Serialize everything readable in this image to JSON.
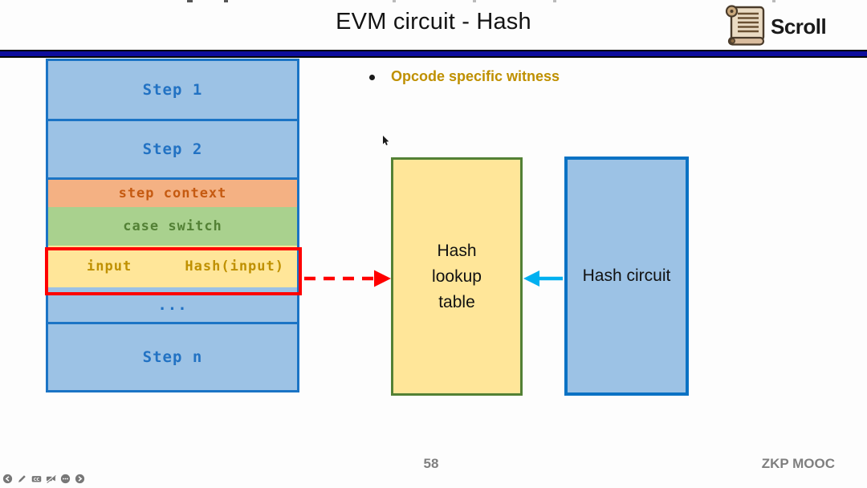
{
  "slide": {
    "title": "EVM circuit - Hash",
    "bullet_text": "Opcode specific witness",
    "page_number": "58",
    "course_label": "ZKP MOOC"
  },
  "logo": {
    "text": "Scroll"
  },
  "stack": {
    "step1": "Step 1",
    "step2": "Step 2",
    "step_context": "step context",
    "case_switch": "case switch",
    "input_left": "input",
    "input_right": "Hash(input)",
    "ellipsis": "...",
    "step_n": "Step n"
  },
  "diagram": {
    "lookup_table_lines": [
      "Hash",
      "lookup",
      "table"
    ],
    "hash_circuit_label": "Hash circuit"
  },
  "colors": {
    "step_fill": "#9CC2E5",
    "step_border": "#1B74C5",
    "step_text": "#2272C3",
    "context_fill": "#F4B183",
    "context_text": "#C55A11",
    "case_fill": "#A9D18E",
    "case_text": "#538135",
    "input_fill": "#FFE699",
    "input_text": "#BF9000",
    "highlight_red": "#FF0000",
    "lookup_border": "#538135",
    "circuit_border": "#0070C0",
    "cyan_arrow": "#00B0F0",
    "divider_navy": "#0D0D9C",
    "footer_gray": "#7F7F7F"
  },
  "player_controls": [
    {
      "name": "previous"
    },
    {
      "name": "annotate"
    },
    {
      "name": "captions"
    },
    {
      "name": "camera-off"
    },
    {
      "name": "more"
    },
    {
      "name": "next"
    }
  ]
}
